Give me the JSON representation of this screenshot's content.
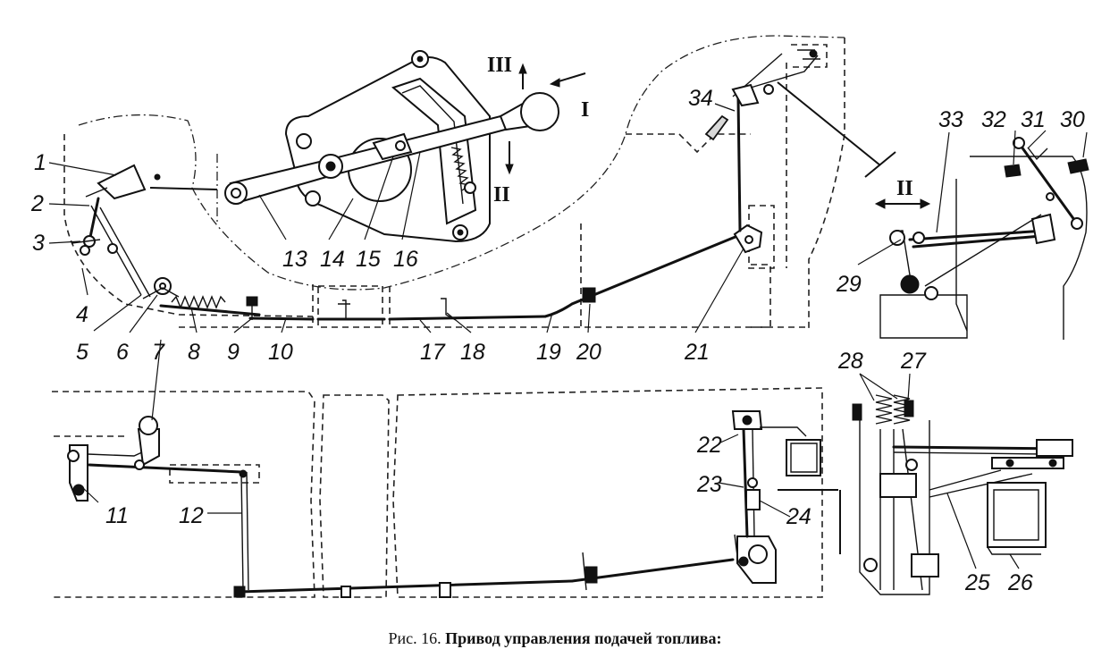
{
  "figure": {
    "caption_prefix": "Рис. 16.",
    "caption_title": "Привод управления подачей топлива:"
  },
  "labels": {
    "p1": "1",
    "p2": "2",
    "p3": "3",
    "p4": "4",
    "p5": "5",
    "p6": "6",
    "p7": "7",
    "p8": "8",
    "p9": "9",
    "p10": "10",
    "p11": "11",
    "p12": "12",
    "p13": "13",
    "p14": "14",
    "p15": "15",
    "p16": "16",
    "p17": "17",
    "p18": "18",
    "p19": "19",
    "p20": "20",
    "p21": "21",
    "p22": "22",
    "p23": "23",
    "p24": "24",
    "p25": "25",
    "p26": "26",
    "p27": "27",
    "p28": "28",
    "p29": "29",
    "p30": "30",
    "p31": "31",
    "p32": "32",
    "p33": "33",
    "p34": "34"
  },
  "positions": {
    "r1": "I",
    "r2": "II",
    "r3": "III",
    "view_ii": "II"
  }
}
